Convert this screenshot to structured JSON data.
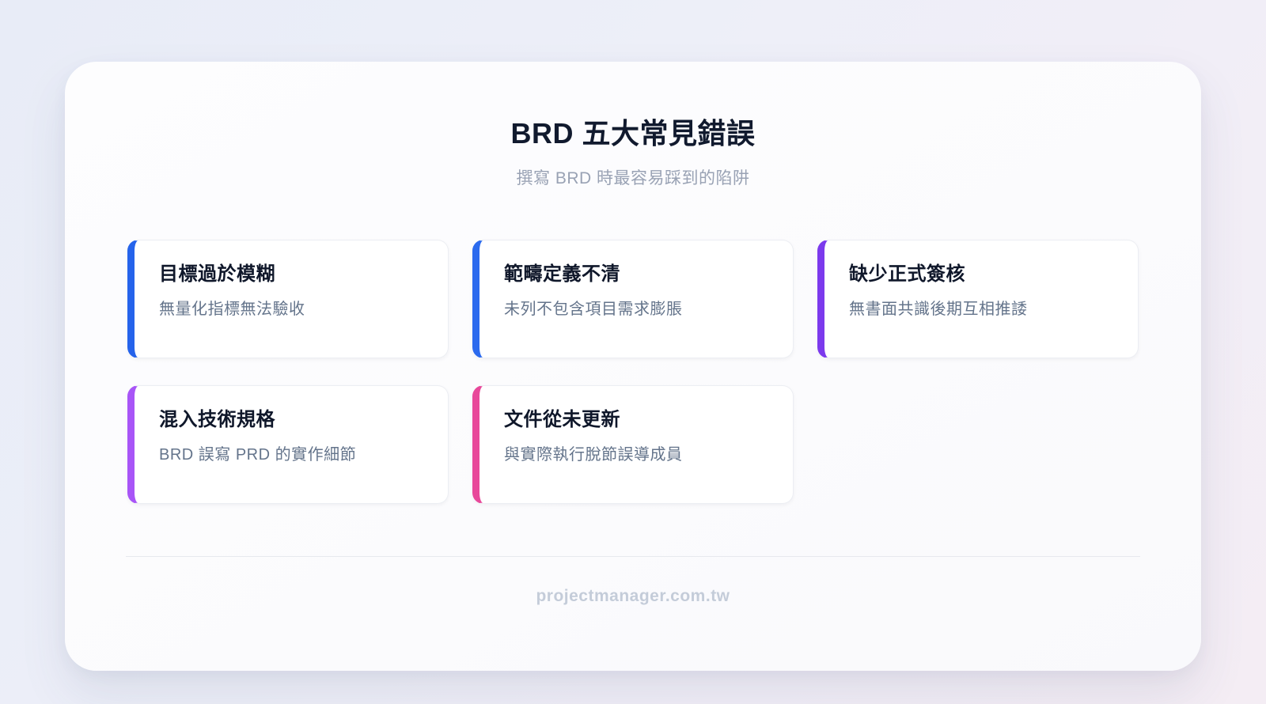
{
  "page": {
    "title": "BRD 五大常見錯誤",
    "subtitle": "撰寫 BRD 時最容易踩到的陷阱",
    "footer": "projectmanager.com.tw"
  },
  "colors": {
    "accent_blue": "#2563eb",
    "accent_purple": "#7c3aed",
    "accent_violet": "#a855f7",
    "accent_pink": "#e8489a"
  },
  "cards": [
    {
      "title": "目標過於模糊",
      "description": "無量化指標無法驗收",
      "accent": "#2563eb"
    },
    {
      "title": "範疇定義不清",
      "description": "未列不包含項目需求膨脹",
      "accent": "#2b6aee"
    },
    {
      "title": "缺少正式簽核",
      "description": "無書面共識後期互相推諉",
      "accent": "#7c3aed"
    },
    {
      "title": "混入技術規格",
      "description": "BRD 誤寫 PRD 的實作細節",
      "accent": "#a855f7"
    },
    {
      "title": "文件從未更新",
      "description": "與實際執行脫節誤導成員",
      "accent": "#e8489a"
    }
  ]
}
